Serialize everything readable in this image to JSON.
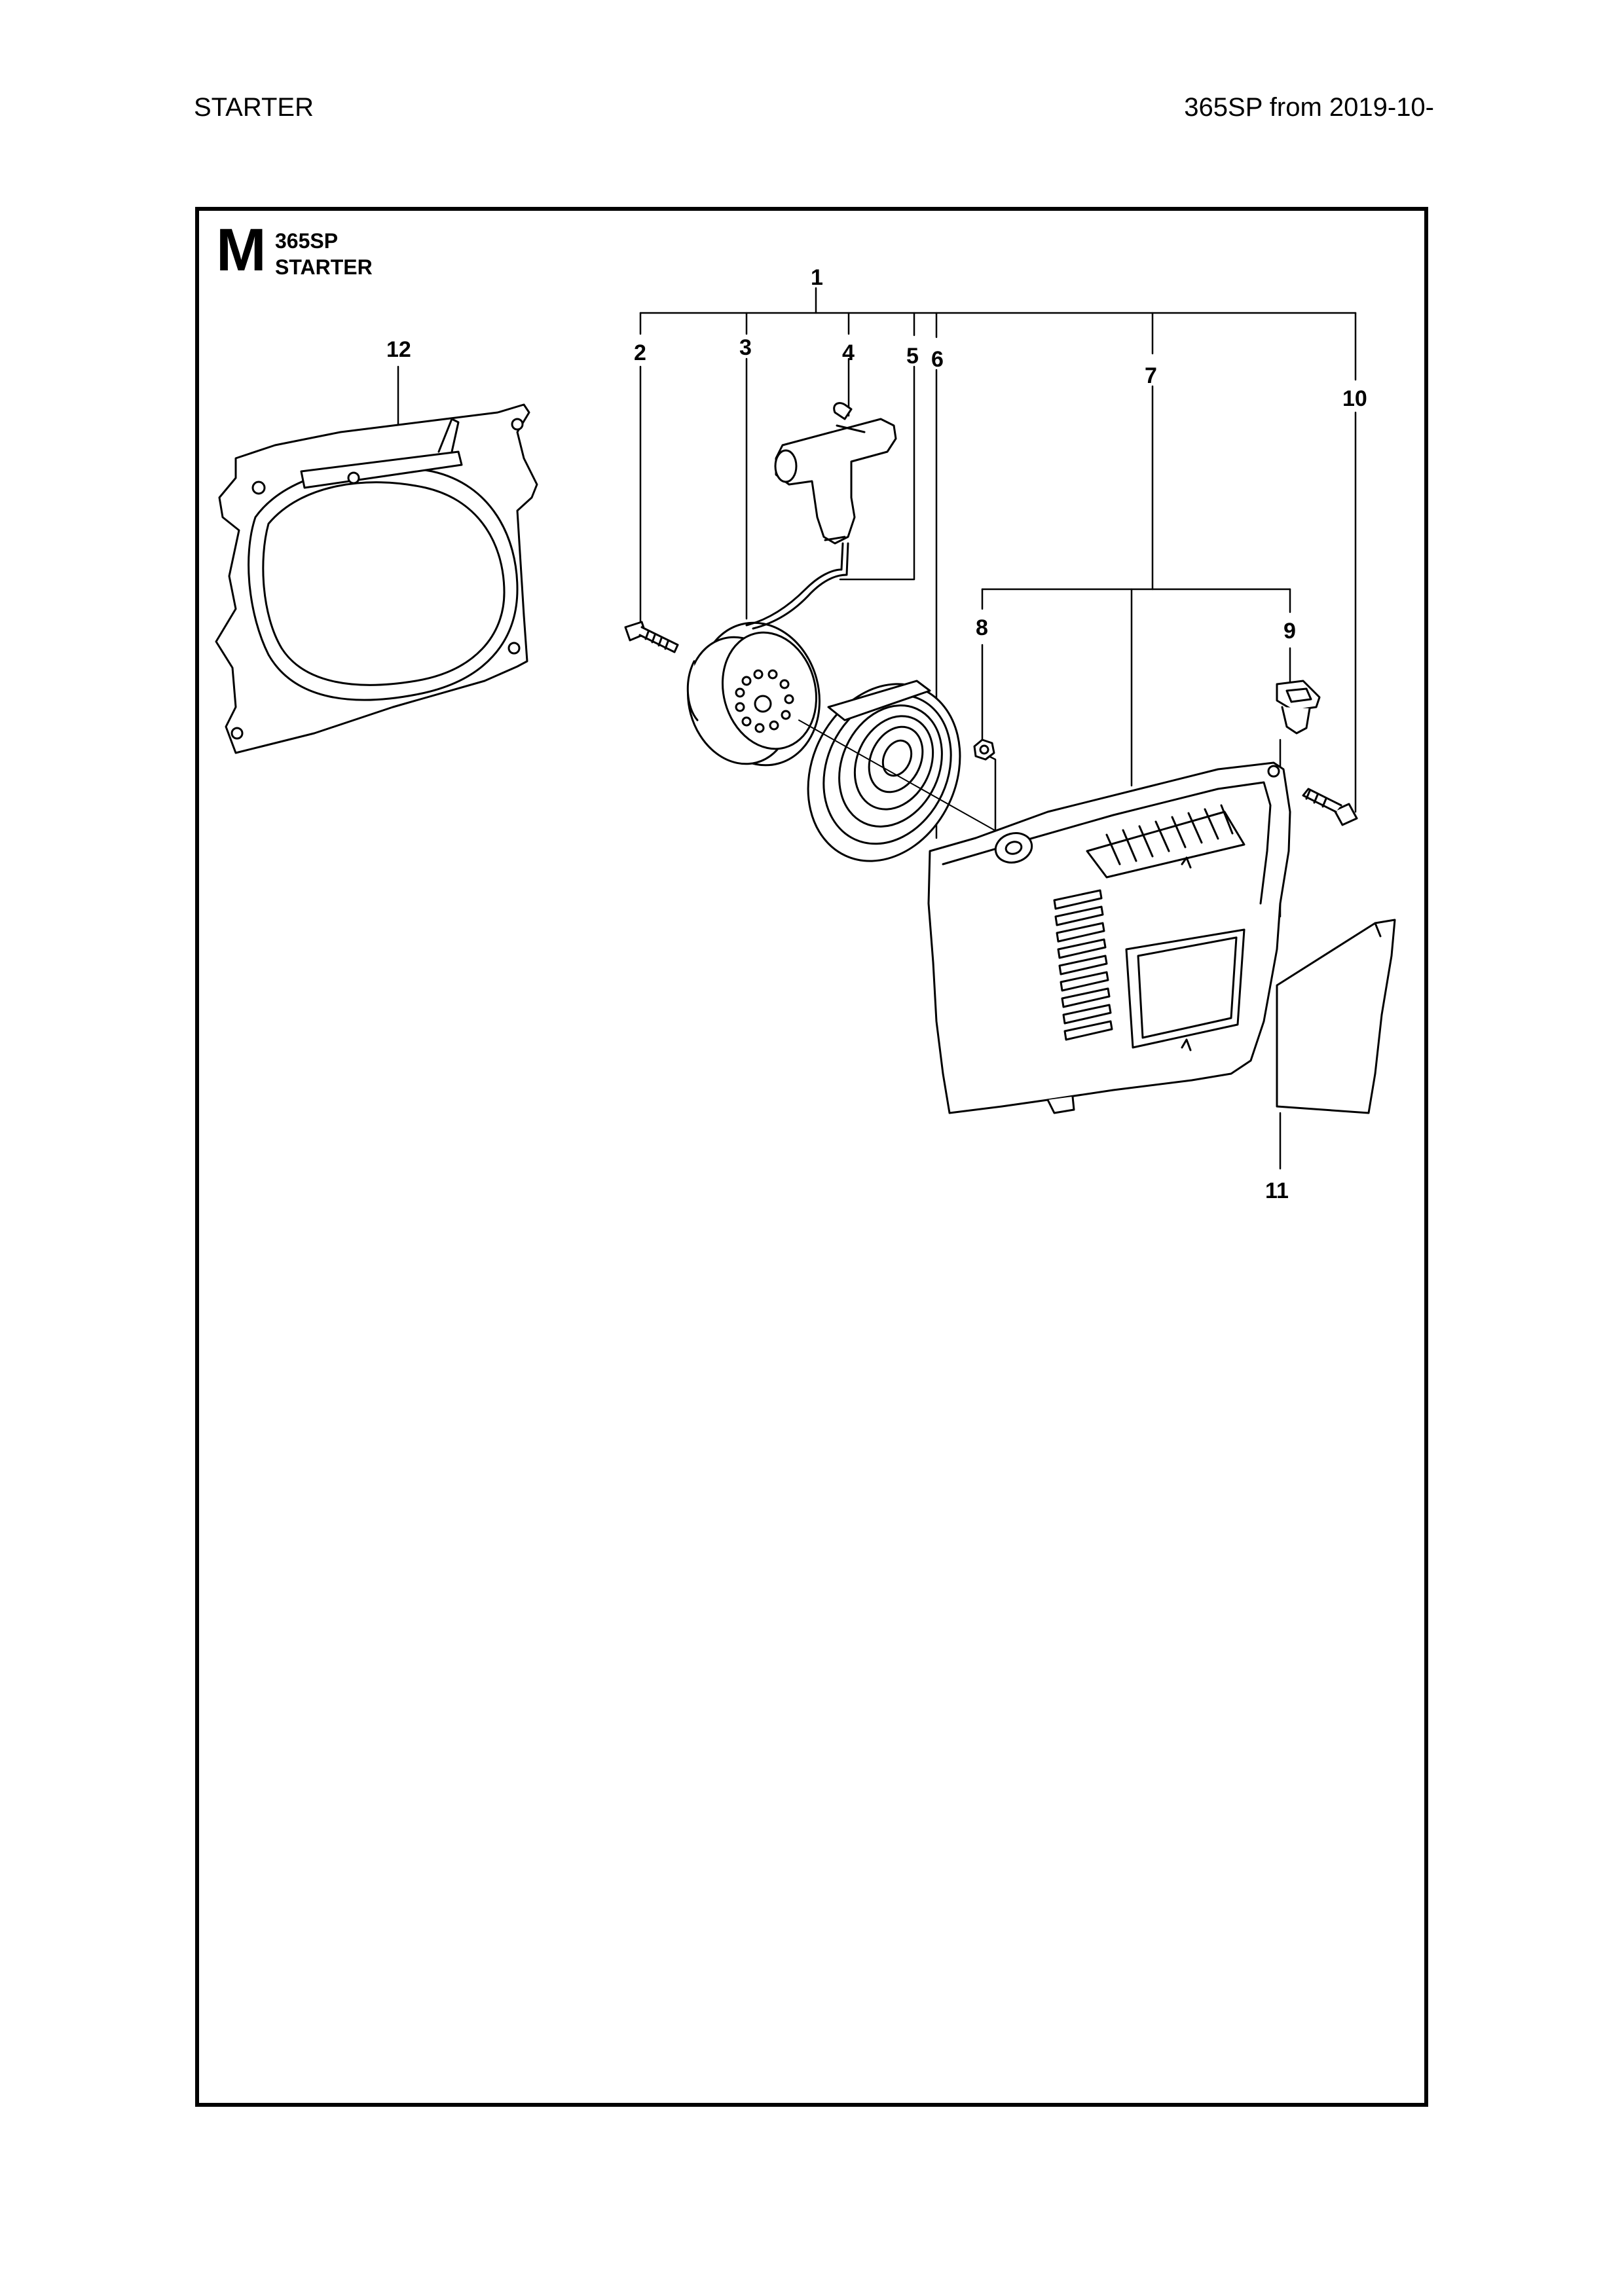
{
  "header": {
    "left": "STARTER",
    "right": "365SP from 2019-10-"
  },
  "section": {
    "letter": "M",
    "model": "365SP",
    "name": "STARTER"
  },
  "callouts": {
    "c1": "1",
    "c2": "2",
    "c3": "3",
    "c4": "4",
    "c5": "5",
    "c6": "6",
    "c7": "7",
    "c8": "8",
    "c9": "9",
    "c10": "10",
    "c11": "11",
    "c12": "12"
  }
}
